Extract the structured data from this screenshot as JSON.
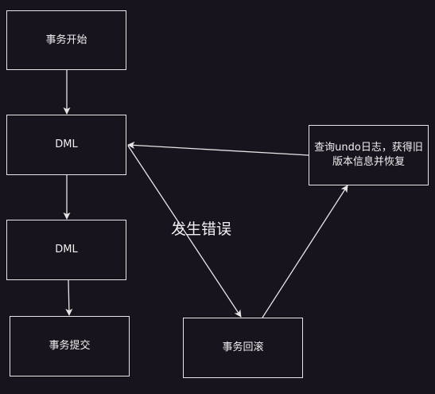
{
  "nodes": {
    "start": "事务开始",
    "dml1": "DML",
    "dml2": "DML",
    "commit": "事务提交",
    "rollback": "事务回滚",
    "undo": "查询undo日志，获得旧版本信息并恢复"
  },
  "edges": {
    "error_label": "发生错误"
  },
  "colors": {
    "background": "#18141d",
    "stroke": "#e6e6e6",
    "text": "#f0f0f0"
  }
}
